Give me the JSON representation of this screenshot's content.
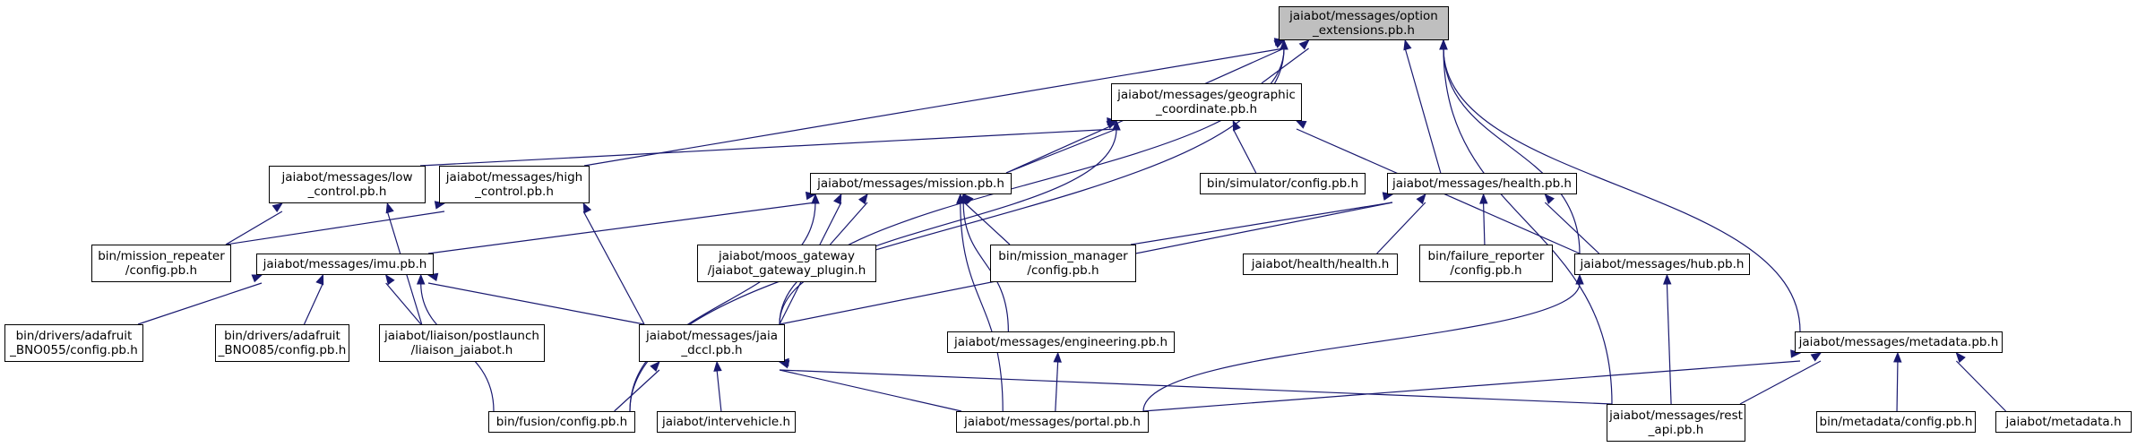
{
  "colors": {
    "edge": "#191970",
    "root_fill": "#bfbfbf",
    "node_fill": "#ffffff",
    "border": "#000000"
  },
  "nodes": {
    "option_extensions": "jaiabot/messages/option\n_extensions.pb.h",
    "geographic_coordinate": "jaiabot/messages/geographic\n_coordinate.pb.h",
    "low_control": "jaiabot/messages/low\n_control.pb.h",
    "high_control": "jaiabot/messages/high\n_control.pb.h",
    "mission": "jaiabot/messages/mission.pb.h",
    "simulator_config": "bin/simulator/config.pb.h",
    "health": "jaiabot/messages/health.pb.h",
    "mission_repeater_config": "bin/mission_repeater\n/config.pb.h",
    "imu": "jaiabot/messages/imu.pb.h",
    "moos_gateway": "jaiabot/moos_gateway\n/jaiabot_gateway_plugin.h",
    "mission_manager_config": "bin/mission_manager\n/config.pb.h",
    "health_h": "jaiabot/health/health.h",
    "failure_reporter_config": "bin/failure_reporter\n/config.pb.h",
    "hub": "jaiabot/messages/hub.pb.h",
    "bno055_config": "bin/drivers/adafruit\n_BNO055/config.pb.h",
    "bno085_config": "bin/drivers/adafruit\n_BNO085/config.pb.h",
    "liaison_jaiabot": "jaiabot/liaison/postlaunch\n/liaison_jaiabot.h",
    "jaia_dccl": "jaiabot/messages/jaia\n_dccl.pb.h",
    "engineering": "jaiabot/messages/engineering.pb.h",
    "metadata_pb": "jaiabot/messages/metadata.pb.h",
    "fusion_config": "bin/fusion/config.pb.h",
    "intervehicle": "jaiabot/intervehicle.h",
    "portal": "jaiabot/messages/portal.pb.h",
    "rest_api": "jaiabot/messages/rest\n_api.pb.h",
    "metadata_config": "bin/metadata/config.pb.h",
    "metadata_h": "jaiabot/metadata.h"
  },
  "edges": [
    [
      "geographic_coordinate",
      "option_extensions"
    ],
    [
      "high_control",
      "option_extensions"
    ],
    [
      "mission",
      "option_extensions"
    ],
    [
      "jaia_dccl",
      "option_extensions"
    ],
    [
      "fusion_config",
      "option_extensions"
    ],
    [
      "health",
      "option_extensions"
    ],
    [
      "hub",
      "option_extensions"
    ],
    [
      "rest_api",
      "option_extensions"
    ],
    [
      "metadata_pb",
      "option_extensions"
    ],
    [
      "low_control",
      "geographic_coordinate"
    ],
    [
      "mission",
      "geographic_coordinate"
    ],
    [
      "simulator_config",
      "geographic_coordinate"
    ],
    [
      "jaia_dccl",
      "geographic_coordinate"
    ],
    [
      "hub",
      "geographic_coordinate"
    ],
    [
      "mission_repeater_config",
      "low_control"
    ],
    [
      "liaison_jaiabot",
      "low_control"
    ],
    [
      "mission_repeater_config",
      "high_control"
    ],
    [
      "jaia_dccl",
      "high_control"
    ],
    [
      "imu",
      "mission"
    ],
    [
      "moos_gateway",
      "mission"
    ],
    [
      "mission_manager_config",
      "mission"
    ],
    [
      "jaia_dccl",
      "mission"
    ],
    [
      "engineering",
      "mission"
    ],
    [
      "portal",
      "mission"
    ],
    [
      "fusion_config",
      "mission"
    ],
    [
      "mission_manager_config",
      "health"
    ],
    [
      "health_h",
      "health"
    ],
    [
      "failure_reporter_config",
      "health"
    ],
    [
      "hub",
      "health"
    ],
    [
      "jaia_dccl",
      "health"
    ],
    [
      "bno055_config",
      "imu"
    ],
    [
      "bno085_config",
      "imu"
    ],
    [
      "liaison_jaiabot",
      "imu"
    ],
    [
      "jaia_dccl",
      "imu"
    ],
    [
      "fusion_config",
      "imu"
    ],
    [
      "portal",
      "hub"
    ],
    [
      "rest_api",
      "hub"
    ],
    [
      "fusion_config",
      "jaia_dccl"
    ],
    [
      "intervehicle",
      "jaia_dccl"
    ],
    [
      "portal",
      "jaia_dccl"
    ],
    [
      "rest_api",
      "jaia_dccl"
    ],
    [
      "portal",
      "engineering"
    ],
    [
      "portal",
      "metadata_pb"
    ],
    [
      "rest_api",
      "metadata_pb"
    ],
    [
      "metadata_config",
      "metadata_pb"
    ],
    [
      "metadata_h",
      "metadata_pb"
    ]
  ]
}
